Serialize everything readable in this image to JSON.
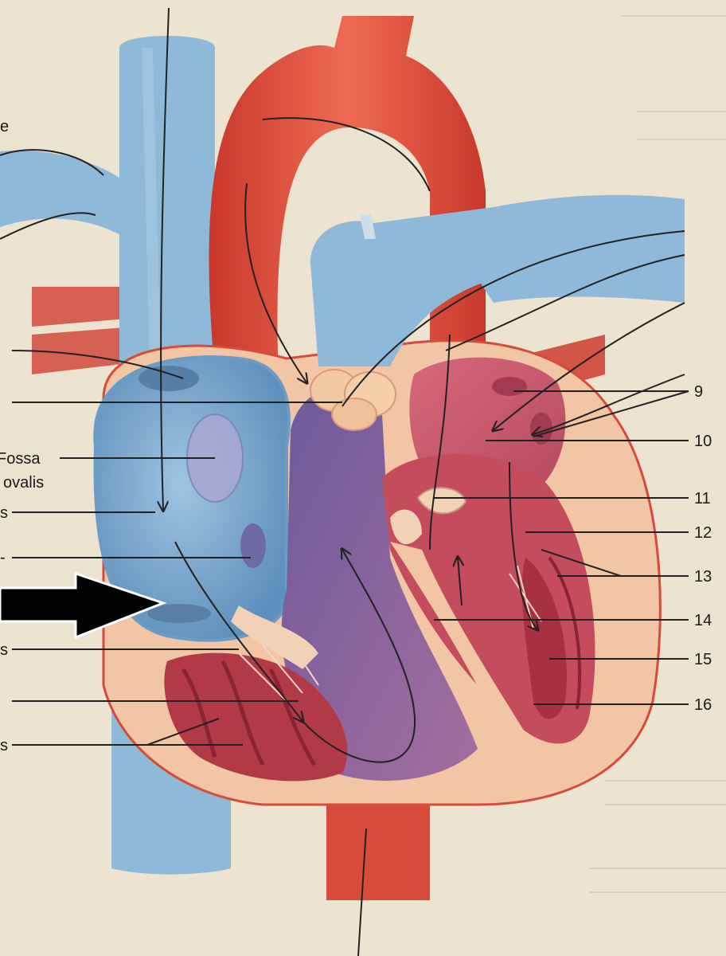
{
  "labels": {
    "left_e": "e",
    "fossa_line1": "Fossa",
    "fossa_line2": "ovalis",
    "left_s1": "s",
    "left_dash": "-",
    "left_s2": "s",
    "left_s3": "s",
    "n9": "9",
    "n10": "10",
    "n11": "11",
    "n12": "12",
    "n13": "13",
    "n14": "14",
    "n15": "15",
    "n16": "16"
  },
  "colors": {
    "background": "#ece3d0",
    "vein_blue": "#8fb9d8",
    "artery_red": "#d84a3a",
    "heart_wall": "#f2c6a4",
    "ventricle_purple": "#7d5a93",
    "valve_peach": "#f2c9a2",
    "muscle_red": "#b23a46",
    "leader_line": "#222222",
    "pointer_arrow": "#000000"
  }
}
